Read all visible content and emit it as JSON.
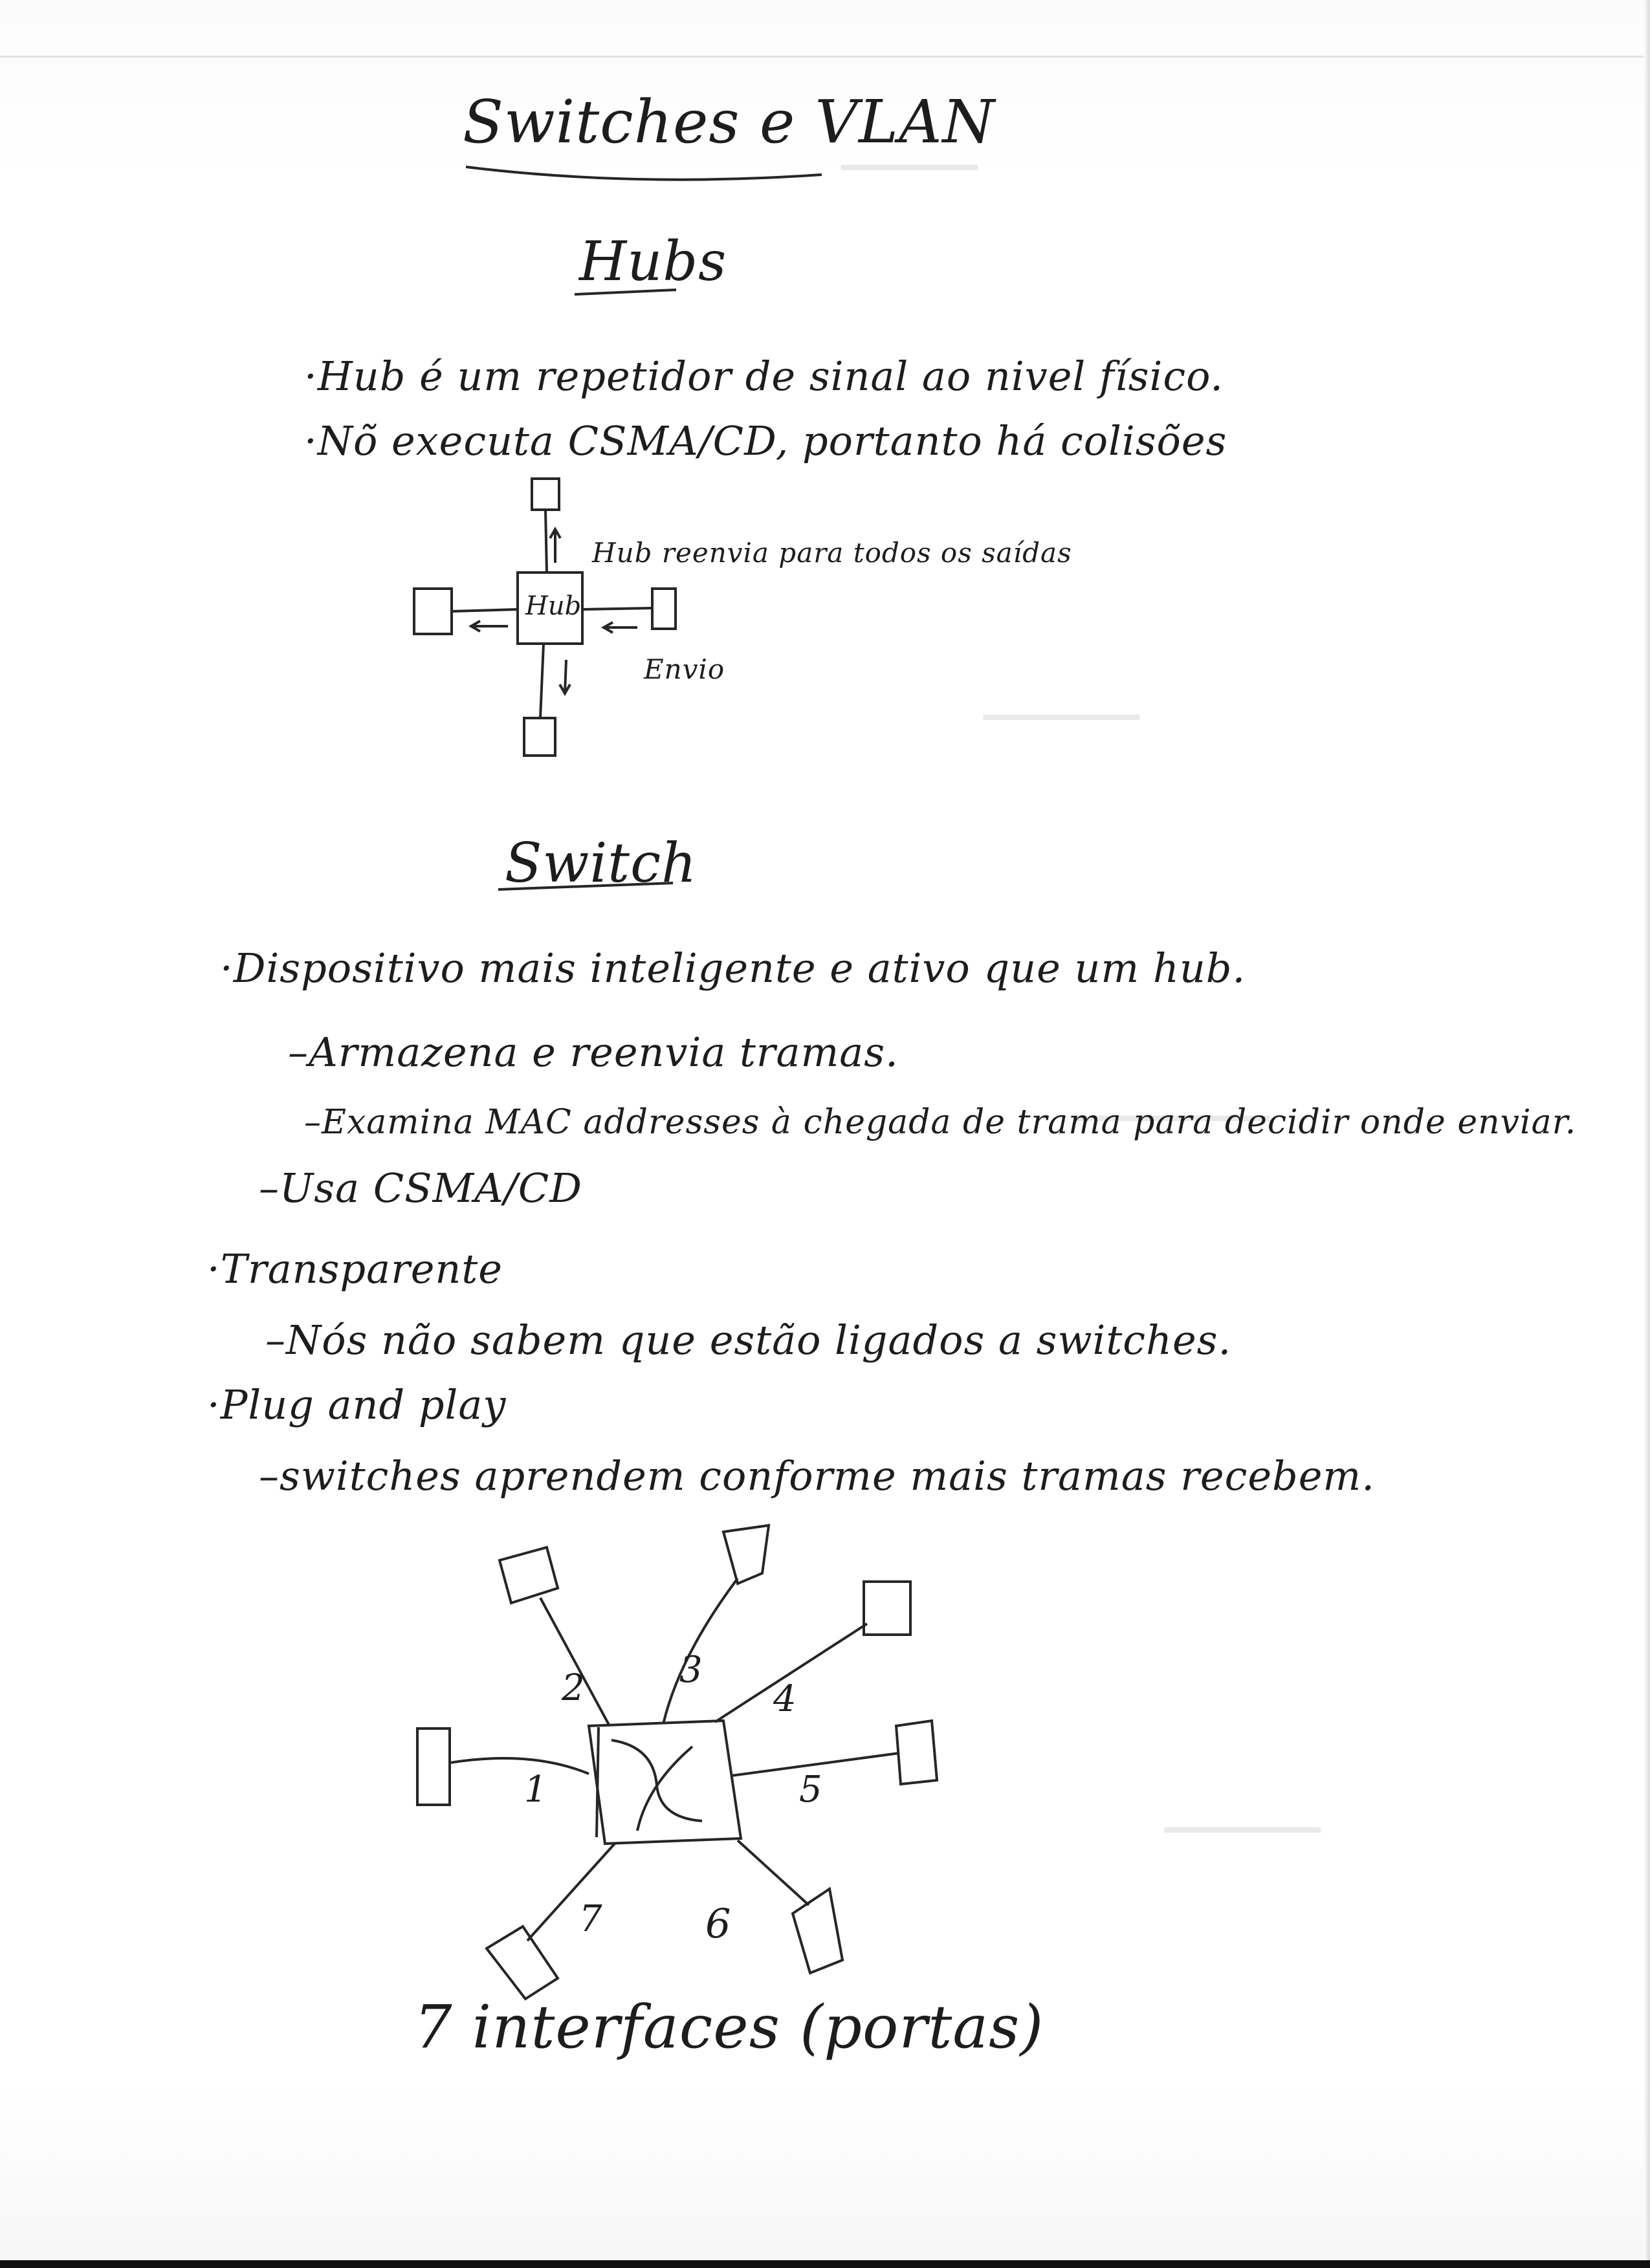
{
  "page": {
    "title": "Switches e VLAN",
    "hubs_heading": "Hubs",
    "hub_notes": [
      "·Hub é um repetidor de sinal ao nivel físico.",
      "·Nõ executa CSMA/CD, portanto há colisões"
    ],
    "hub_diagram": {
      "center_label": "Hub",
      "annotation_broadcast": "Hub reenvia para todos os saídas",
      "annotation_send": "Envio"
    },
    "switch_heading": "Switch",
    "switch_notes": [
      "·Dispositivo mais inteligente e ativo que um hub.",
      "–Armazena e reenvia tramas.",
      "–Examina MAC addresses à chegada de trama para decidir onde enviar.",
      "–Usa CSMA/CD",
      "·Transparente",
      "–Nós não sabem que estão ligados a switches.",
      "·Plug and play",
      "–switches aprendem conforme mais tramas recebem."
    ],
    "switch_diagram": {
      "ports": [
        "1",
        "2",
        "3",
        "4",
        "5",
        "6",
        "7"
      ],
      "caption": "7 interfaces (portas)"
    }
  }
}
